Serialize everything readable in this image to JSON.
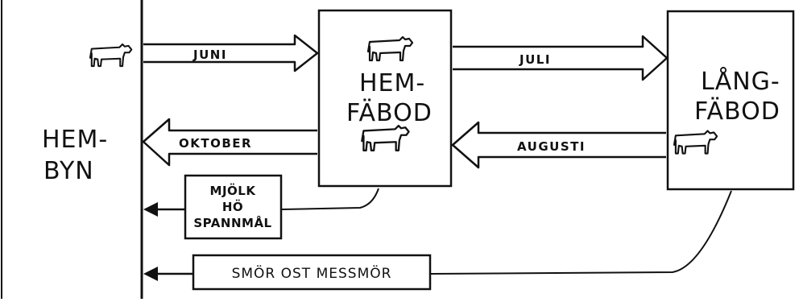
{
  "places": {
    "hembyn": {
      "line1": "HEM-",
      "line2": "BYN"
    },
    "hemfabod": {
      "line1": "HEM-",
      "line2": "FÄBOD"
    },
    "langfabod": {
      "line1": "LÅNG-",
      "line2": "FÄBOD"
    }
  },
  "arrows": {
    "juni": "JUNI",
    "juli": "JULI",
    "oktober": "OKTOBER",
    "augusti": "AUGUSTI"
  },
  "goods": {
    "hemfabod_line1": "MJÖLK",
    "hemfabod_line2": "HÖ",
    "hemfabod_line3": "SPANNMÅL",
    "langfabod": "SMÖR OST MESSMÖR"
  },
  "icons": [
    "cow-icon"
  ]
}
